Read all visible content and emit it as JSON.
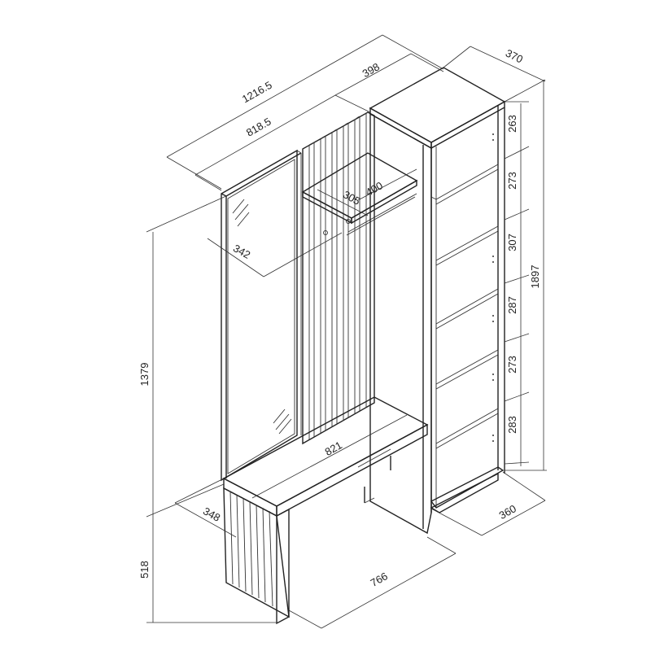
{
  "drawing": {
    "subject": "hallway furniture set with mirror, slatted coat panel, bench and shelf unit",
    "line_color": "#222222",
    "background": "#ffffff"
  },
  "dimensions": {
    "overall_width": "1216.5",
    "mirror_panel_width": "818.5",
    "shelf_unit_offset": "398",
    "shelf_unit_depth_top": "370",
    "shelf_1": "263",
    "shelf_2": "273",
    "shelf_3": "307",
    "shelf_4": "287",
    "shelf_5": "273",
    "shelf_6": "283",
    "shelf_unit_height": "1897",
    "hat_shelf_depth": "305",
    "hat_shelf_width": "400",
    "mirror_width": "342",
    "panel_height": "1379",
    "bench_width": "821",
    "bench_depth": "348",
    "bench_height": "518",
    "bench_base_width": "766",
    "shelf_unit_depth_bottom": "360"
  }
}
